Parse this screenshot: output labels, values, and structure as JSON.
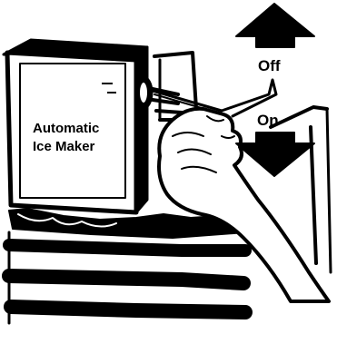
{
  "ice_maker_label": {
    "line1": "Automatic",
    "line2": "Ice Maker"
  },
  "arrows": {
    "up_label": "Off",
    "down_label": "On"
  },
  "icons": {
    "up": "arrow-up-icon",
    "down": "arrow-down-icon",
    "hand": "hand-icon"
  },
  "colors": {
    "ink": "#000000",
    "paper": "#ffffff"
  }
}
